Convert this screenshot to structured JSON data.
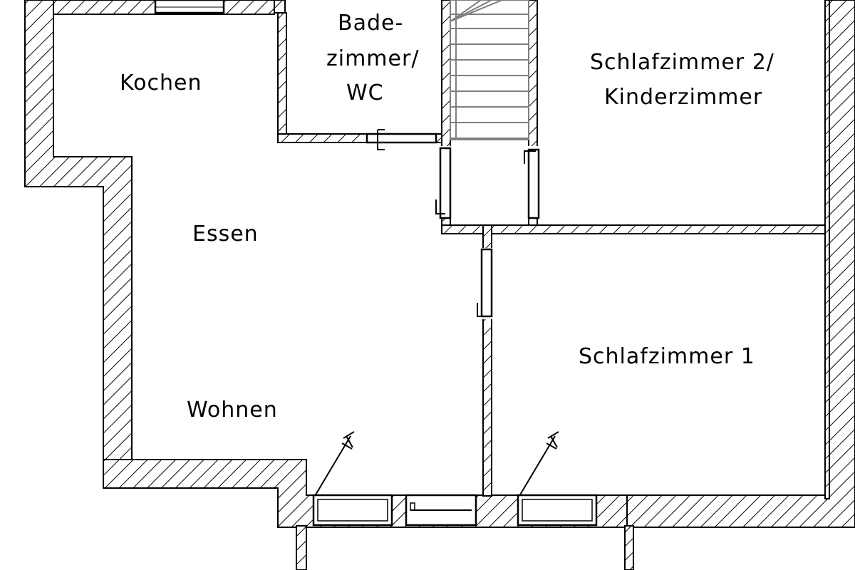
{
  "plan": {
    "rooms": {
      "kochen": "Kochen",
      "bad_line1": "Bade-",
      "bad_line2": "zimmer/",
      "bad_line3": "WC",
      "schlaf2_line1": "Schlafzimmer 2/",
      "schlaf2_line2": "Kinderzimmer",
      "essen": "Essen",
      "wohnen": "Wohnen",
      "schlaf1": "Schlafzimmer 1"
    },
    "colors": {
      "line": "#000000",
      "background": "#ffffff",
      "stair": "#7f7f7f"
    }
  }
}
